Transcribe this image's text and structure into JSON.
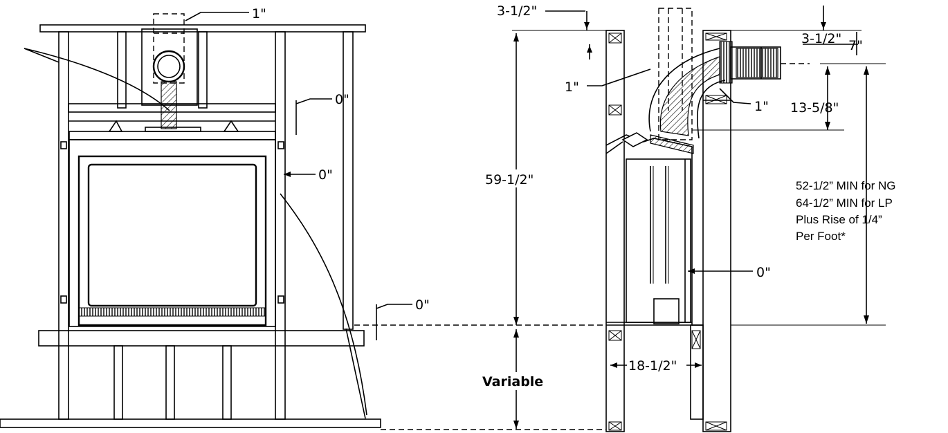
{
  "labels": {
    "front_top": "1\"",
    "front_header_gap": "0\"",
    "front_side_gap": "0\"",
    "front_floor_gap": "0\"",
    "side_top_left": "3-1/2\"",
    "side_top_right": "3-1/2\"",
    "side_seven": "7\"",
    "side_one_left": "1\"",
    "side_one_right": "1\"",
    "side_thirteen": "13-5/8\"",
    "side_fiftynine": "59-1/2\"",
    "side_zero": "0\"",
    "side_variable": "Variable",
    "side_eighteen": "18-1/2\""
  },
  "note": {
    "lines": [
      "52-1/2” MIN for NG",
      "64-1/2” MIN for LP",
      "Plus Rise of 1/4”",
      "Per Foot*"
    ]
  }
}
